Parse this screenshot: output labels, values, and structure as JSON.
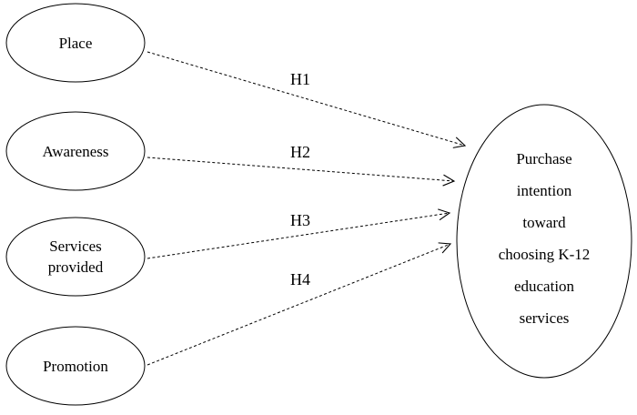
{
  "diagram": {
    "nodes": {
      "place": {
        "lines": [
          "Place"
        ]
      },
      "awareness": {
        "lines": [
          "Awareness"
        ]
      },
      "services_provided": {
        "lines": [
          "Services",
          "provided"
        ]
      },
      "promotion": {
        "lines": [
          "Promotion"
        ]
      },
      "purchase_intention": {
        "lines": [
          "Purchase",
          "intention",
          "toward",
          "choosing K-12",
          "education",
          "services"
        ]
      }
    },
    "edges": [
      {
        "from": "place",
        "to": "purchase_intention",
        "label": "H1"
      },
      {
        "from": "awareness",
        "to": "purchase_intention",
        "label": "H2"
      },
      {
        "from": "services_provided",
        "to": "purchase_intention",
        "label": "H3"
      },
      {
        "from": "promotion",
        "to": "purchase_intention",
        "label": "H4"
      }
    ],
    "colors": {
      "stroke": "#000000",
      "background": "#ffffff"
    },
    "edge_style": "dashed-arrow"
  }
}
